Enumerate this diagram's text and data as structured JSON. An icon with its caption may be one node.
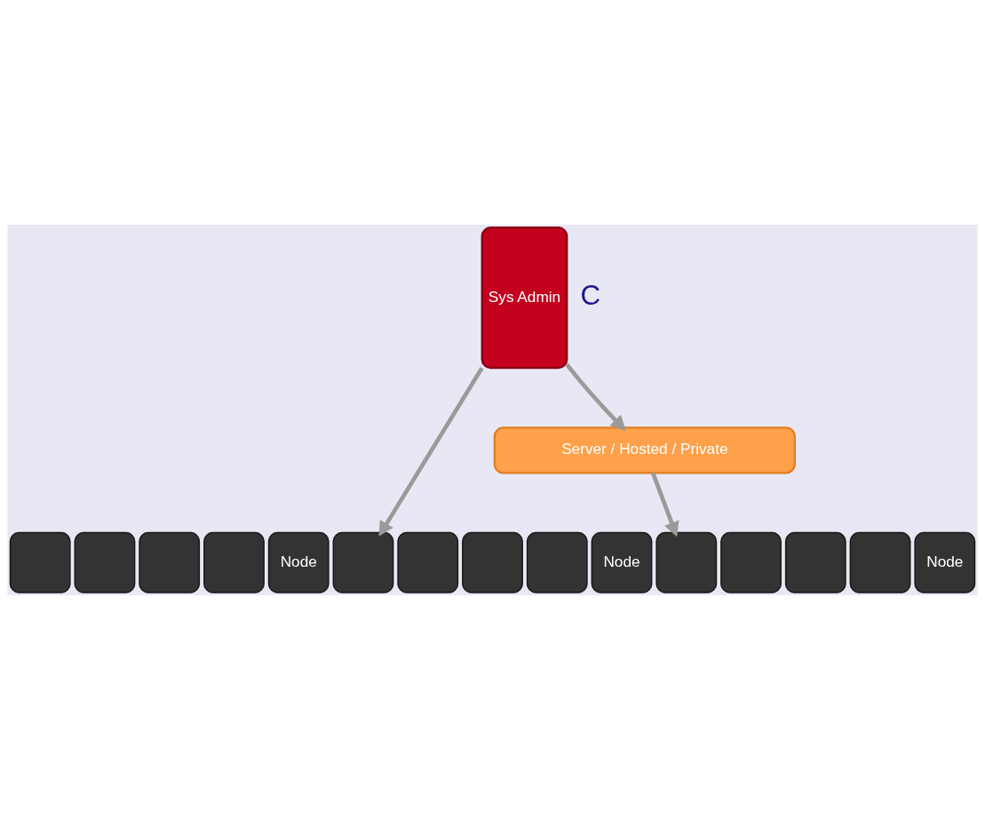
{
  "diagram": {
    "nodes": [
      {
        "text": [
          "Server / Hosted / Private"
        ]
      },
      {
        "text": [
          "Sys Admin"
        ]
      },
      {
        "text": [],
        "shape": "box"
      },
      {
        "text": [],
        "shape": "box"
      },
      {
        "text": [],
        "shape": "box"
      },
      {
        "text": [],
        "shape": "box"
      },
      {
        "text": [
          "Node"
        ]
      },
      {
        "text": [],
        "shape": "box"
      },
      {
        "text": [],
        "shape": "box"
      },
      {
        "text": [],
        "shape": "box"
      },
      {
        "text": [],
        "shape": "box"
      },
      {
        "text": [
          "Node"
        ]
      },
      {
        "text": [],
        "shape": "box"
      },
      {
        "text": [],
        "shape": "box"
      },
      {
        "text": [],
        "shape": "box"
      },
      {
        "text": [],
        "shape": "box"
      },
      {
        "text": [
          "Node"
        ]
      }
    ],
    "edges": [
      {
        "from": 1,
        "to": 0,
        "arrow": "to"
      },
      {
        "from": 1,
        "to": 7,
        "arrow": "to"
      },
      {
        "from": 0,
        "to": 12,
        "arrow": "to"
      }
    ],
    "labels": [
      "C"
    ]
  }
}
